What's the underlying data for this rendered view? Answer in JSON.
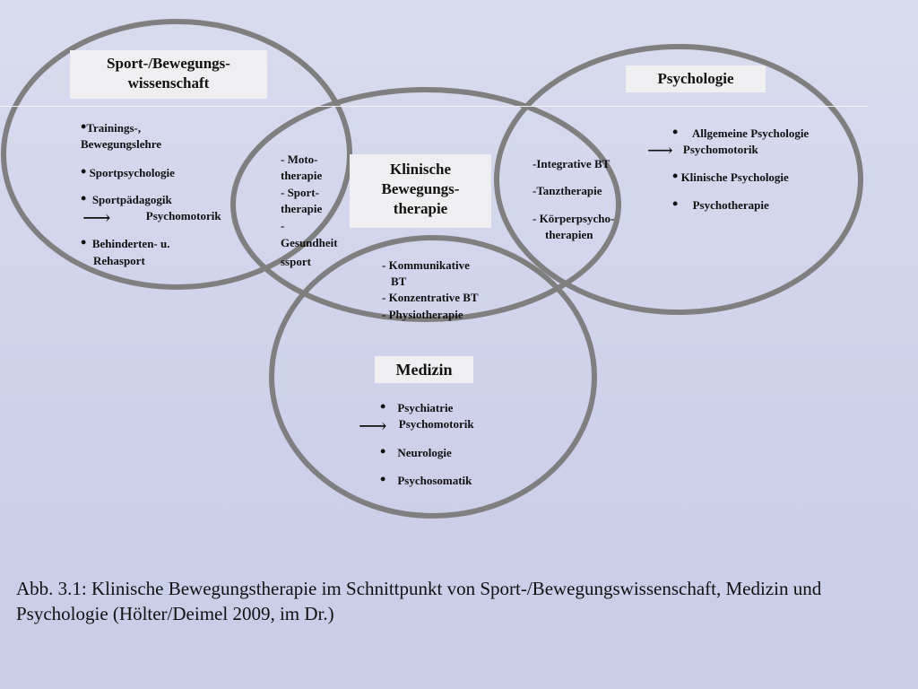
{
  "diagram": {
    "sport": {
      "title": "Sport-/Bewegungs-\nwissenschaft",
      "items": [
        "Trainings-,",
        "Bewegungslehre",
        "Sportpsychologie",
        "Sportpädagogik",
        "Psychomotorik",
        "Behinderten- u.",
        "Rehasport"
      ]
    },
    "psychologie": {
      "title": "Psychologie",
      "items": [
        "Allgemeine Psychologie",
        "Psychomotorik",
        "Klinische Psychologie",
        "Psychotherapie"
      ]
    },
    "klinisch": {
      "title": "Klinische\nBewegungs-\ntherapie",
      "left_items": [
        "- Moto-",
        "therapie",
        "- Sport-",
        "therapie",
        "-",
        "Gesundheit",
        "ssport"
      ],
      "right_items": [
        "-Integrative BT",
        "-Tanztherapie",
        "- Körperpsycho-",
        "therapien"
      ],
      "bottom_items": [
        "- Kommunikative",
        "BT",
        "- Konzentrative BT",
        "- Physiotherapie"
      ]
    },
    "medizin": {
      "title": "Medizin",
      "items": [
        "Psychiatrie",
        "Psychomotorik",
        "Neurologie",
        "Psychosomatik"
      ]
    },
    "caption": "Abb. 3.1: Klinische Bewegungstherapie im Schnittpunkt von Sport-/Bewegungswissenschaft, Medizin und Psychologie (Hölter/Deimel 2009, im Dr.)",
    "colors": {
      "circle": "#7f7f7f",
      "box": "#efeff1",
      "background": "#d3d5ec"
    }
  }
}
